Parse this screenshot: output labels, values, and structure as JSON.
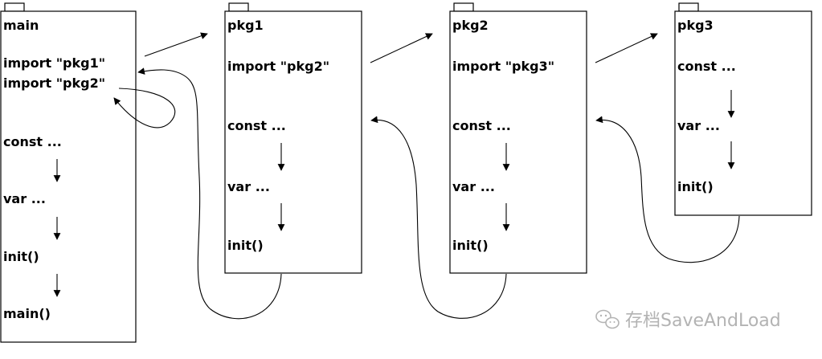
{
  "packages": {
    "main": {
      "name": "main",
      "imports": [
        "import \"pkg1\"",
        "import \"pkg2\""
      ],
      "const": "const ...",
      "var": "var ...",
      "init": "init()",
      "main": "main()"
    },
    "pkg1": {
      "name": "pkg1",
      "import": "import \"pkg2\"",
      "const": "const ...",
      "var": "var ...",
      "init": "init()"
    },
    "pkg2": {
      "name": "pkg2",
      "import": "import \"pkg3\"",
      "const": "const ...",
      "var": "var ...",
      "init": "init()"
    },
    "pkg3": {
      "name": "pkg3",
      "const": "const ...",
      "var": "var ...",
      "init": "init()"
    }
  },
  "watermark": {
    "text": "存档SaveAndLoad",
    "icon": "wechat-icon"
  }
}
